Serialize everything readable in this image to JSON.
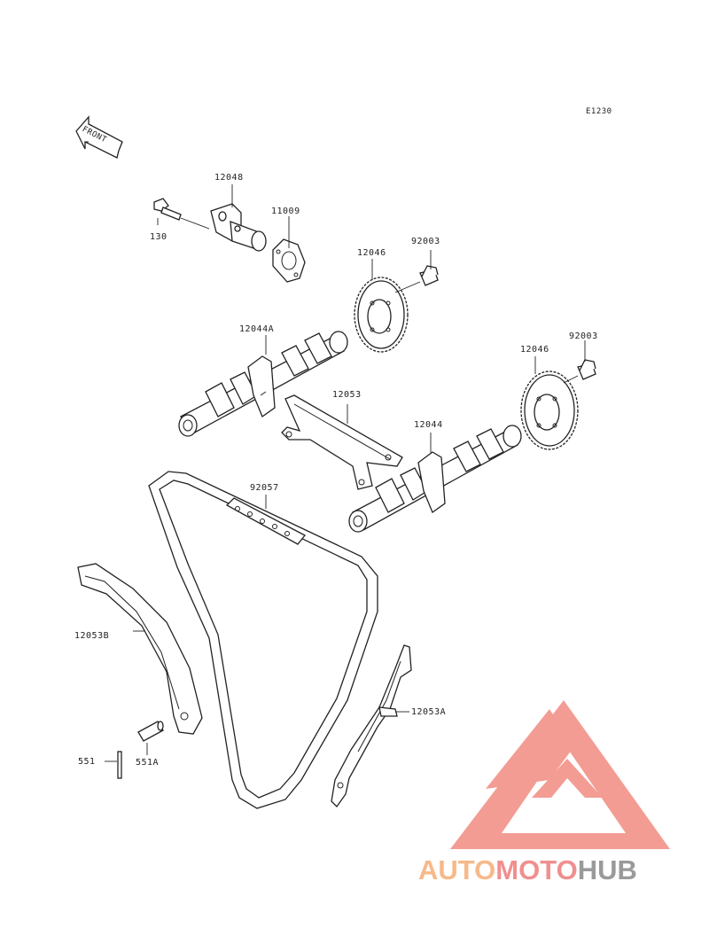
{
  "diagram_code": "E1230",
  "front_arrow_label": "FRONT",
  "parts": {
    "p12048": "12048",
    "p130": "130",
    "p11009": "11009",
    "p92003_top": "92003",
    "p12046_top": "12046",
    "p12044A": "12044A",
    "p92003_right": "92003",
    "p12046_right": "12046",
    "p12053": "12053",
    "p12044": "12044",
    "p92057": "92057",
    "p12053B": "12053B",
    "p12053A": "12053A",
    "p551": "551",
    "p551A": "551A"
  },
  "watermark": {
    "auto": "AUTO",
    "moto": "MOTO",
    "hub": "HUB",
    "color_auto": "#f7b98a",
    "color_moto": "#f08f8f",
    "color_hub": "#9a9a9a",
    "logo_color": "#f28b82"
  }
}
